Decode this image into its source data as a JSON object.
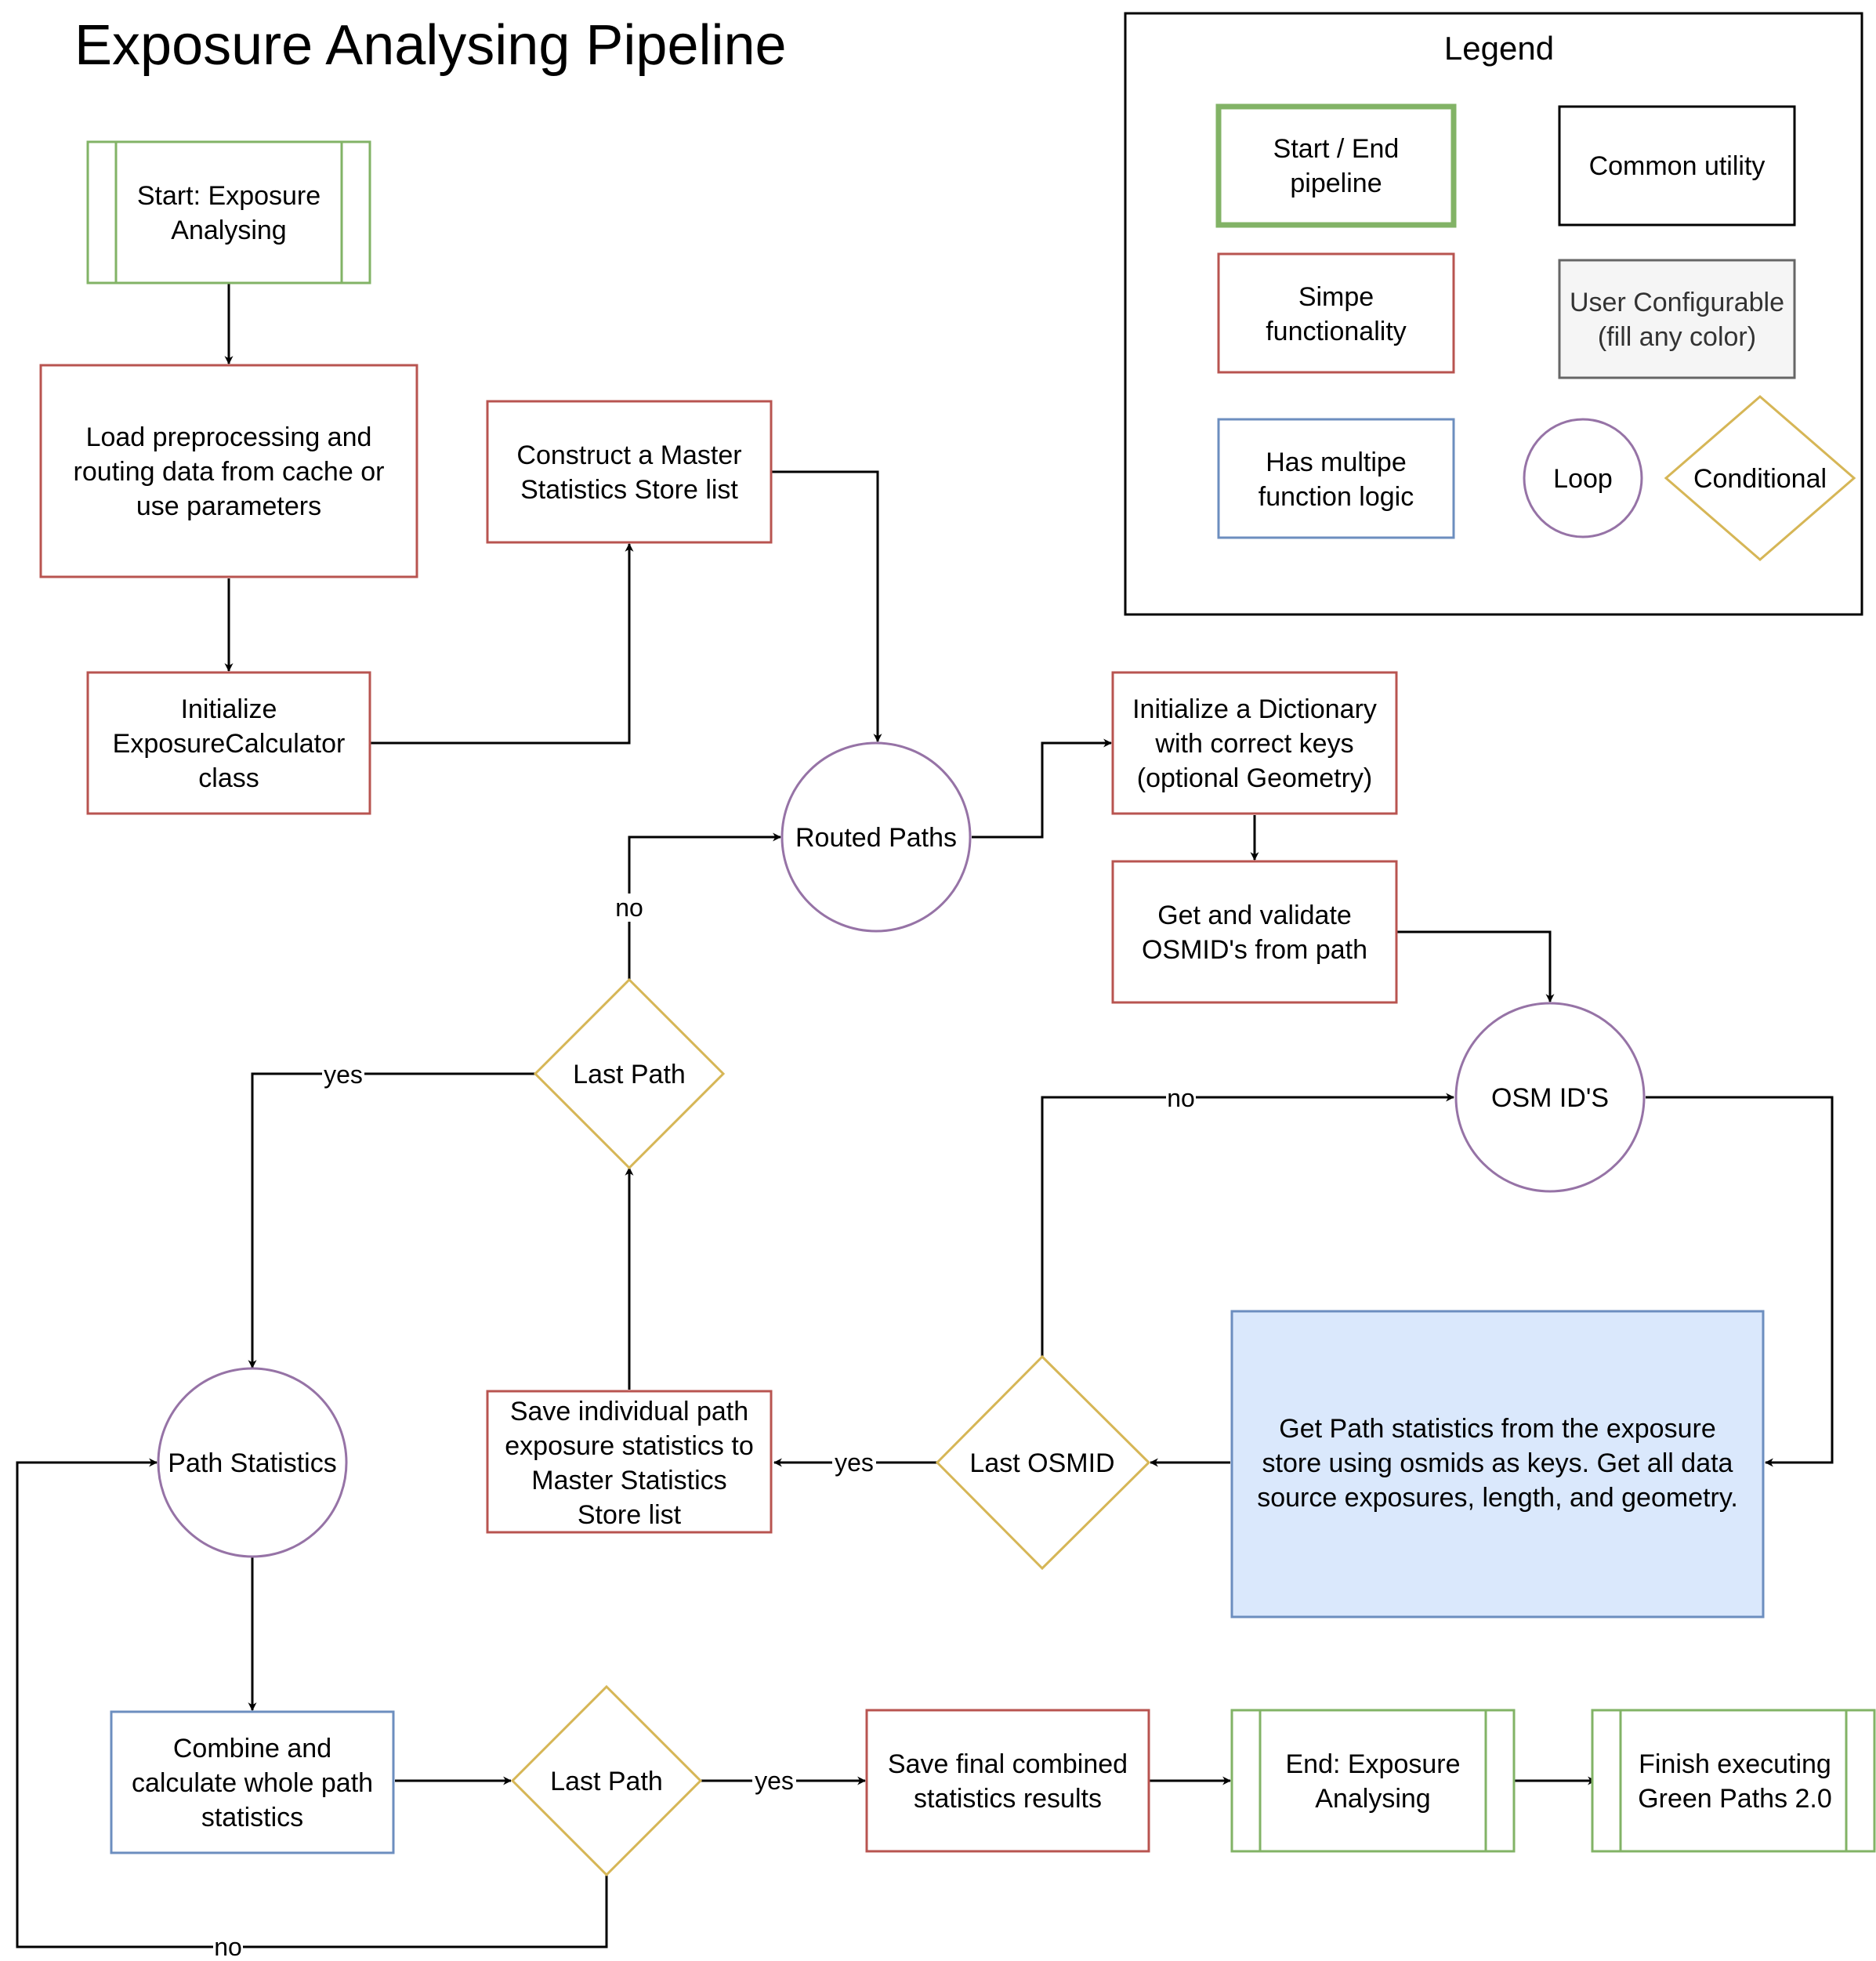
{
  "title": "Exposure Analysing Pipeline",
  "colors": {
    "start_end": "#82b366",
    "simple": "#b85450",
    "multi": "#6c8ebf",
    "loop": "#9673a6",
    "conditional": "#d6b656",
    "common": "#000000",
    "user_stroke": "#666666",
    "user_fill": "#f5f5f5",
    "blue_fill": "#dae8fc"
  },
  "legend": {
    "title": "Legend",
    "start_end": [
      "Start / End",
      "pipeline"
    ],
    "common_utility": [
      "Common utility"
    ],
    "simple": [
      "Simpe",
      "functionality"
    ],
    "user_configurable": [
      "User Configurable",
      "(fill any color)"
    ],
    "multi": [
      "Has multipe",
      "function logic"
    ],
    "loop": [
      "Loop"
    ],
    "conditional": [
      "Conditional"
    ]
  },
  "nodes": {
    "start": [
      "Start: Exposure",
      "Analysing"
    ],
    "load": [
      "Load preprocessing and",
      "routing data from cache or",
      "use parameters"
    ],
    "init_calc": [
      "Initialize",
      "ExposureCalculator",
      "class"
    ],
    "construct": [
      "Construct a Master",
      "Statistics Store list"
    ],
    "routed_paths": [
      "Routed Paths"
    ],
    "init_dict": [
      "Initialize a Dictionary",
      "with correct keys",
      "(optional Geometry)"
    ],
    "get_validate": [
      "Get and validate",
      "OSMID's from path"
    ],
    "osm_ids": [
      "OSM ID'S"
    ],
    "last_path_top": [
      "Last Path"
    ],
    "get_stats": [
      "Get Path statistics from the exposure",
      "store using osmids as keys. Get all data",
      "source exposures, length, and geometry."
    ],
    "last_osmid": [
      "Last OSMID"
    ],
    "save_individual": [
      "Save individual path",
      "exposure statistics to",
      "Master Statistics",
      "Store list"
    ],
    "path_statistics": [
      "Path Statistics"
    ],
    "combine": [
      "Combine and",
      "calculate whole path",
      "statistics"
    ],
    "last_path_bottom": [
      "Last Path"
    ],
    "save_final": [
      "Save final combined",
      "statistics results"
    ],
    "end": [
      "End: Exposure",
      "Analysing"
    ],
    "finish": [
      "Finish executing",
      "Green Paths 2.0"
    ]
  },
  "edge_labels": {
    "no_routed": "no",
    "yes_path_stats": "yes",
    "no_osm": "no",
    "yes_save_individual": "yes",
    "yes_save_final": "yes",
    "no_loop_back": "no"
  }
}
